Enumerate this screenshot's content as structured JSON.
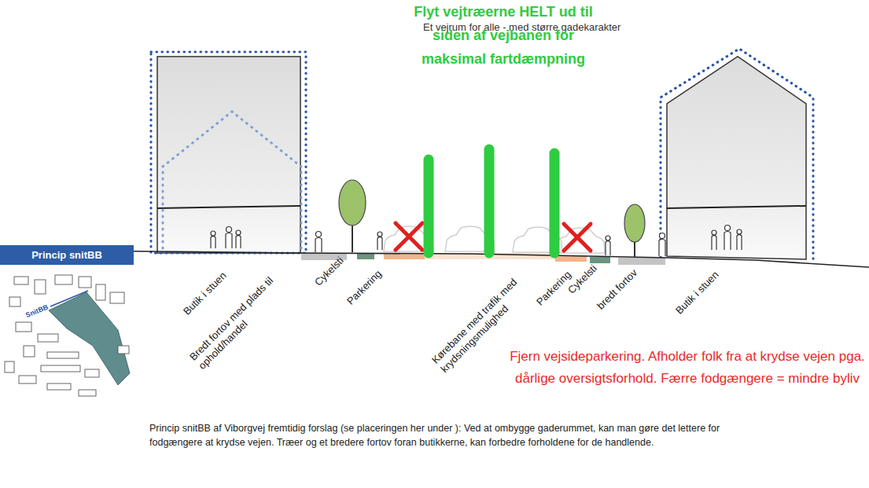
{
  "diagram": {
    "title": "Et vejrum for alle - med større gadekarakter",
    "caption": "Princip snitBB af Viborgvej fremtidig forslag (se placeringen her under ): Ved at ombygge gaderummet, kan man gøre det lettere for fodgængere at krydse vejen. Træer og et bredere fortov foran butikkerne, kan forbedre forholdene for de handlende.",
    "nodes": [
      {
        "text": [
          "Princip snitBB"
        ]
      }
    ],
    "labels": [
      "Flyt vejtræerne HELT ud til siden af vejbanen for maksimal fartdæmpning",
      "Butik i stuen",
      "Bredt fortov med plads til ophold/handel",
      "Cykelsti",
      "Parkering",
      "Kørebane med trafik med krydsningsmulighed",
      "Parkering",
      "Cykelsti",
      "bredt fortov",
      "Butik i stuen",
      "Fjern vejsideparkering. Afholder folk fra at krydse vejen pga. dårlige oversigtsforhold. Færre fodgængere = mindre byliv",
      "SnitBB"
    ]
  }
}
